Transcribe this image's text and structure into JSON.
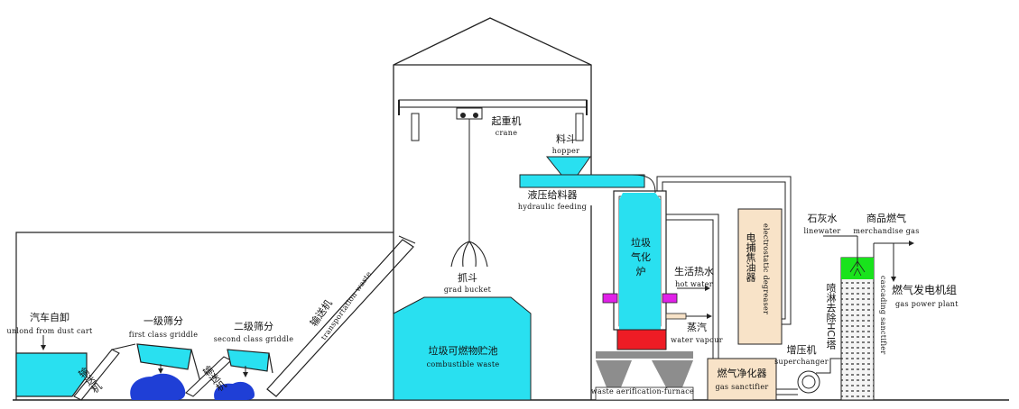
{
  "colors": {
    "water": "#29e0f0",
    "waterDark": "#14c3d6",
    "blob": "#1f3fd6",
    "red": "#ee1c25",
    "magenta": "#e020e8",
    "green": "#19e31c",
    "orange": "#e6b183",
    "orangeFill": "#f8e3c8",
    "gray": "#8d8d8d",
    "line": "#222222"
  },
  "labels": {
    "unload_zh": "汽车自卸",
    "unload_en": "unlond from dust cart",
    "conveyor1_zh": "输送机",
    "griddle1_zh": "一级筛分",
    "griddle1_en": "first class griddle",
    "griddle2_zh": "二级筛分",
    "griddle2_en": "second class griddle",
    "conveyor2_zh": "输送机",
    "transport_zh": "输送机",
    "transport_en": "transportation waste",
    "crane_zh": "起重机",
    "crane_en": "crane",
    "bucket_zh": "抓斗",
    "bucket_en": "grad bucket",
    "pool_zh": "垃圾可燃物贮池",
    "pool_en": "combustible waste",
    "hopper_zh": "料斗",
    "hopper_en": "hopper",
    "feeding_zh": "液压给料器",
    "feeding_en": "hydraulic feeding",
    "furnace_zh": "垃圾气化炉",
    "furnace_en": "waste aerification-furnace",
    "hotwater_zh": "生活热水",
    "hotwater_en": "hot water",
    "vapour_zh": "蒸汽",
    "vapour_en": "water vapour",
    "degreaser_zh": "电捕焦油器",
    "degreaser_en": "electrostatic degreaser",
    "sanctifier_zh": "燃气净化器",
    "sanctifier_en": "gas sanctifier",
    "supercharger_zh": "增压机",
    "supercharger_en": "superchanger",
    "limewater_zh": "石灰水",
    "limewater_en": "linewater",
    "merch_zh": "商品燃气",
    "merch_en": "merchandise gas",
    "cascading_zh": "喷淋去除HCl塔",
    "cascading_en": "cascading sanctifier",
    "power_zh": "燃气发电机组",
    "power_en": "gas power plant"
  }
}
